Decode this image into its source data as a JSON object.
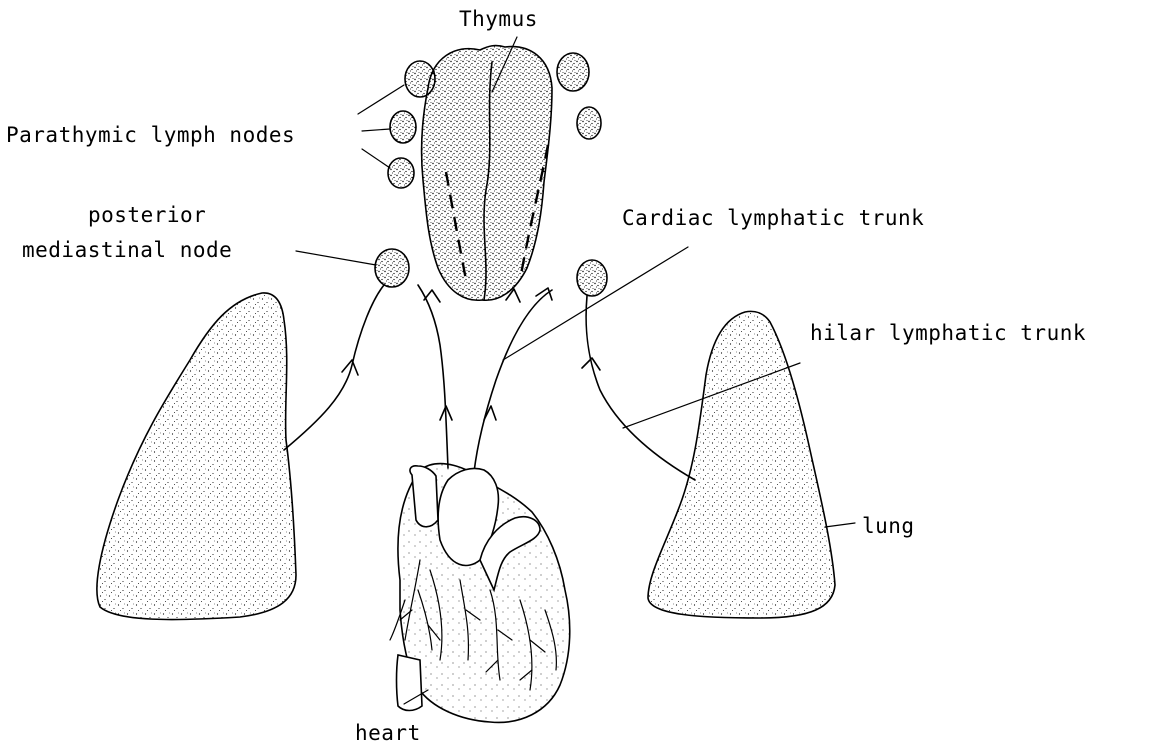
{
  "labels": {
    "thymus": "Thymus",
    "parathymic": "Parathymic lymph nodes",
    "posterior_line1": "posterior",
    "posterior_line2": "mediastinal node",
    "cardiac": "Cardiac lymphatic trunk",
    "hilar": "hilar lymphatic trunk",
    "lung": "lung",
    "heart": "heart"
  },
  "colors": {
    "ink": "#000000",
    "paper": "#ffffff"
  }
}
